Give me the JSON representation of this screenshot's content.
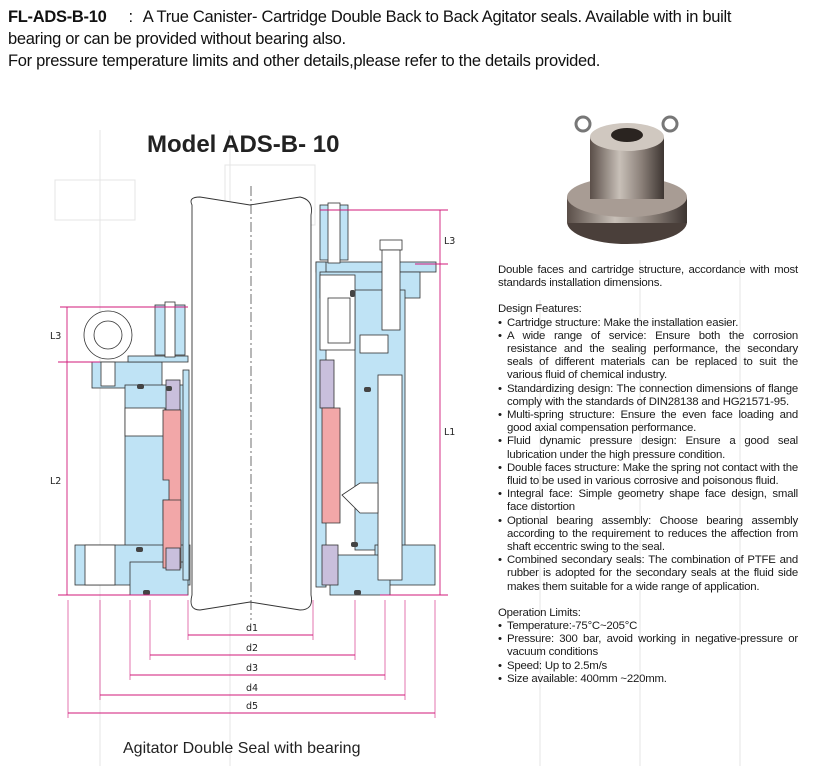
{
  "header": {
    "model_code": "FL-ADS-B-10",
    "separator": ":",
    "description_line1": "A True Canister- Cartridge Double Back to Back Agitator seals. Available with in built",
    "description_line2": "bearing or can be provided without bearing also.",
    "description_line3": "For pressure temperature limits and other details,please refer to the details provided."
  },
  "drawing": {
    "title": "Model ADS-B- 10",
    "caption": "Agitator Double Seal with bearing",
    "dimension_labels": {
      "l3_left": "L3",
      "l2": "L2",
      "l3_right": "L3",
      "l1": "L1",
      "d1": "d1",
      "d2": "d2",
      "d3": "d3",
      "d4": "d4",
      "d5": "d5"
    },
    "colors": {
      "body": "#bfe3f5",
      "face": "#f2a7a8",
      "seat": "#c9bfdc",
      "dimension": "#d0197a"
    }
  },
  "specs": {
    "intro": "Double faces and cartridge structure, accordance with most standards installation dimensions.",
    "design_heading": "Design Features:",
    "design_features": [
      "Cartridge structure: Make the installation easier.",
      "A wide range of service: Ensure both the corrosion resistance and the sealing performance, the secondary seals of different materials can be replaced to suit the various fluid of chemical industry.",
      "Standardizing design: The connection dimensions of flange comply with the standards of DIN28138 and HG21571-95.",
      "Multi-spring structure: Ensure the even face loading and good axial compensation performance.",
      "Fluid dynamic pressure design: Ensure a good seal lubrication under the high pressure condition.",
      "Double faces structure: Make the spring not contact with the fluid to be used in various corrosive and poisonous fluid.",
      "Integral face: Simple geometry shape face design, small face distortion",
      "Optional bearing assembly: Choose bearing assembly according to the requirement to reduces the affection from shaft eccentric swing to the seal.",
      "Combined secondary seals: The combination of PTFE and rubber is adopted for the secondary seals at the fluid side makes them suitable for a wide range of application."
    ],
    "limits_heading": "Operation Limits:",
    "operation_limits": [
      "Temperature:-75°C~205°C",
      "Pressure: 300 bar, avoid working in negative-pressure or vacuum conditions",
      "Speed: Up to 2.5m/s",
      "Size available: 400mm ~220mm."
    ]
  }
}
